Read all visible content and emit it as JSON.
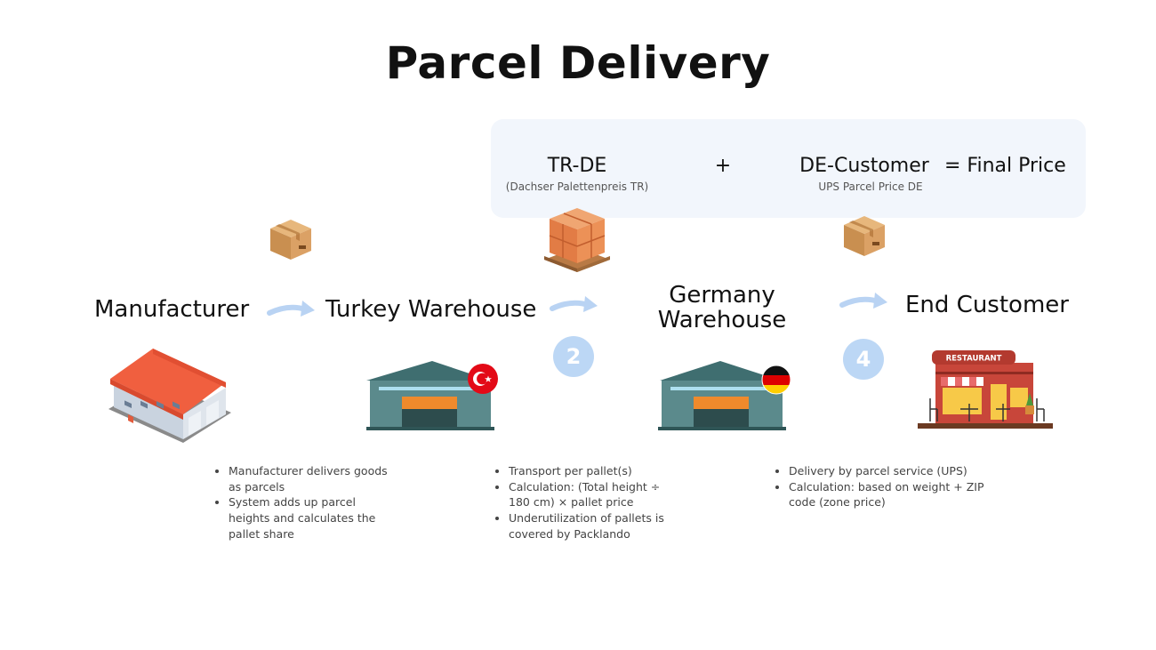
{
  "title": "Parcel Delivery",
  "formula": {
    "term1": "TR-DE",
    "term1_sub": "(Dachser Palettenpreis TR)",
    "plus": "+",
    "term2": "DE-Customer",
    "term2_sub": "UPS Parcel Price DE",
    "result": "= Final Price"
  },
  "nodes": {
    "manufacturer": "Manufacturer",
    "turkey_warehouse": "Turkey Warehouse",
    "germany_warehouse_line1": "Germany",
    "germany_warehouse_line2": "Warehouse",
    "end_customer": "End Customer"
  },
  "steps": {
    "step2": "2",
    "step4": "4"
  },
  "restaurant_sign": "RESTAURANT",
  "notes": {
    "manufacturer": [
      "Manufacturer delivers goods as parcels",
      "System adds up parcel heights and calculates the pallet share"
    ],
    "transport": [
      "Transport per pallet(s)",
      "Calculation: (Total height ÷ 180 cm) × pallet price",
      "Underutilization of pallets is covered by Packlando"
    ],
    "delivery": [
      "Delivery by parcel service (UPS)",
      "Calculation: based on weight + ZIP code (zone price)"
    ]
  },
  "colors": {
    "arrow": "#b9d3f3",
    "step_circle": "#bcd7f5",
    "formula_bg": "#f2f6fc",
    "warehouse_wall": "#5b8a8c",
    "warehouse_door": "#ef8a2c",
    "roof_red": "#f05f3f",
    "box": "#d9a468"
  },
  "icons": [
    "parcel-box-icon",
    "pallet-boxes-icon",
    "warehouse-icon",
    "turkey-flag-icon",
    "germany-flag-icon",
    "restaurant-icon",
    "curved-arrow-icon"
  ]
}
